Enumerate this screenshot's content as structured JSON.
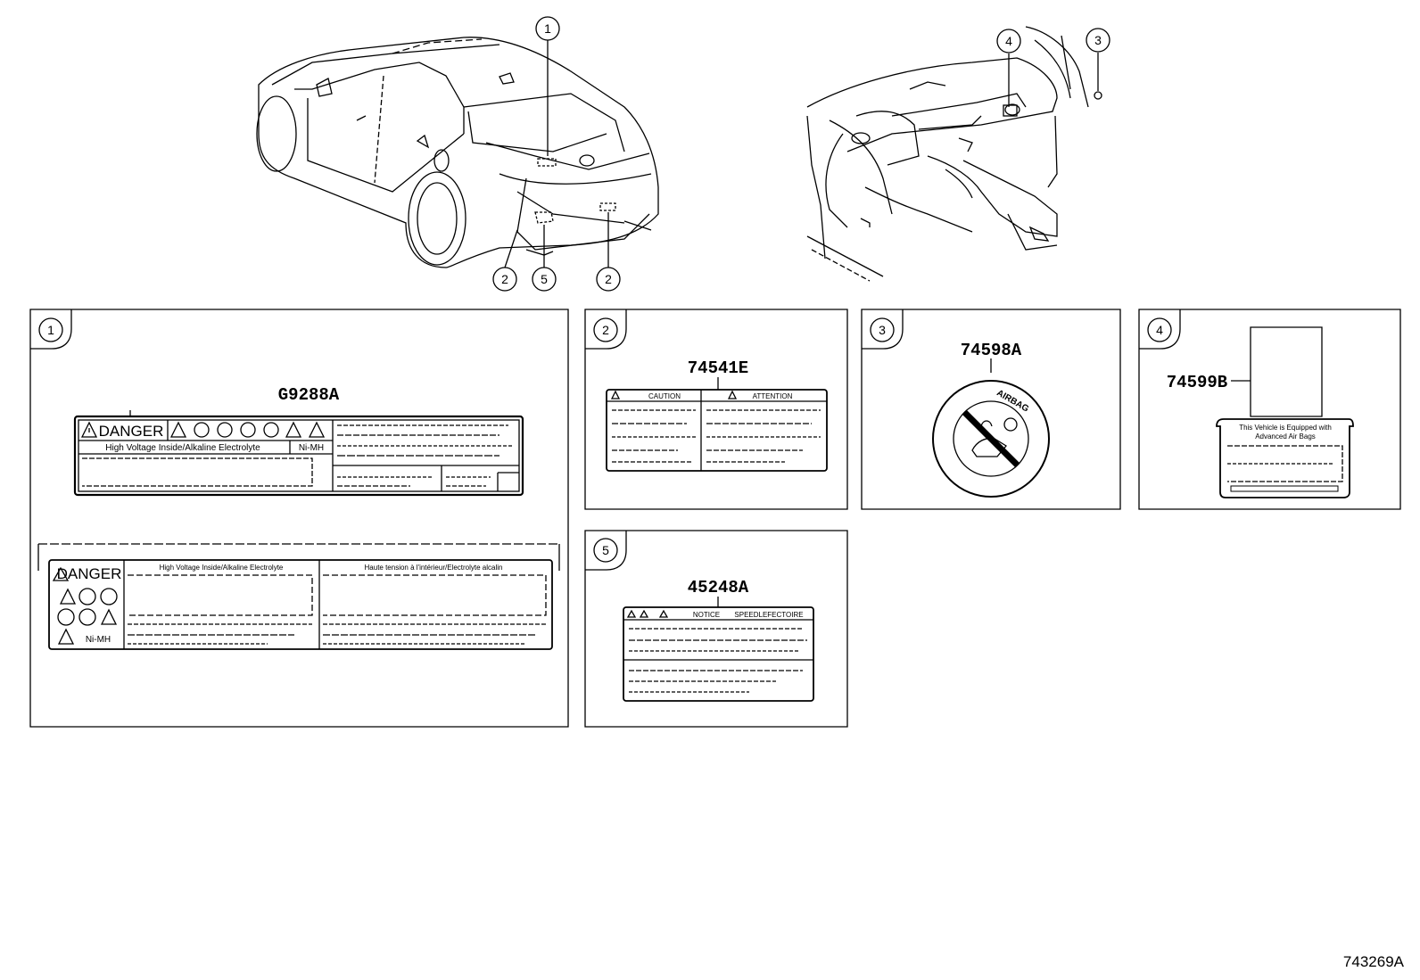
{
  "callouts": {
    "c1": "1",
    "c2": "2",
    "c3": "3",
    "c4": "4",
    "c5": "5"
  },
  "panels": {
    "p1": {
      "number": "1",
      "part_no": "G9288A",
      "label_a": {
        "danger": "DANGER",
        "line": "High Voltage Inside/Alkaline Electrolyte",
        "badge": "Ni-MH"
      },
      "label_b": {
        "danger": "DANGER",
        "badge": "Ni-MH",
        "line_en": "High Voltage Inside/Alkaline Electrolyte",
        "line_fr": "Haute tension à l'intérieur/Electrolyte alcalin"
      }
    },
    "p2": {
      "number": "2",
      "part_no": "74541E",
      "caution": "CAUTION",
      "attention": "ATTENTION"
    },
    "p3": {
      "number": "3",
      "part_no": "74598A",
      "airbag_text": "AIRBAG"
    },
    "p4": {
      "number": "4",
      "part_no": "74599B",
      "line1": "This Vehicle is Equipped with",
      "line2": "Advanced Air Bags"
    },
    "p5": {
      "number": "5",
      "part_no": "45248A",
      "notice": "NOTICE",
      "notice_fr": "SPEEDLEFECTOIRE"
    }
  },
  "reference": "743269A"
}
